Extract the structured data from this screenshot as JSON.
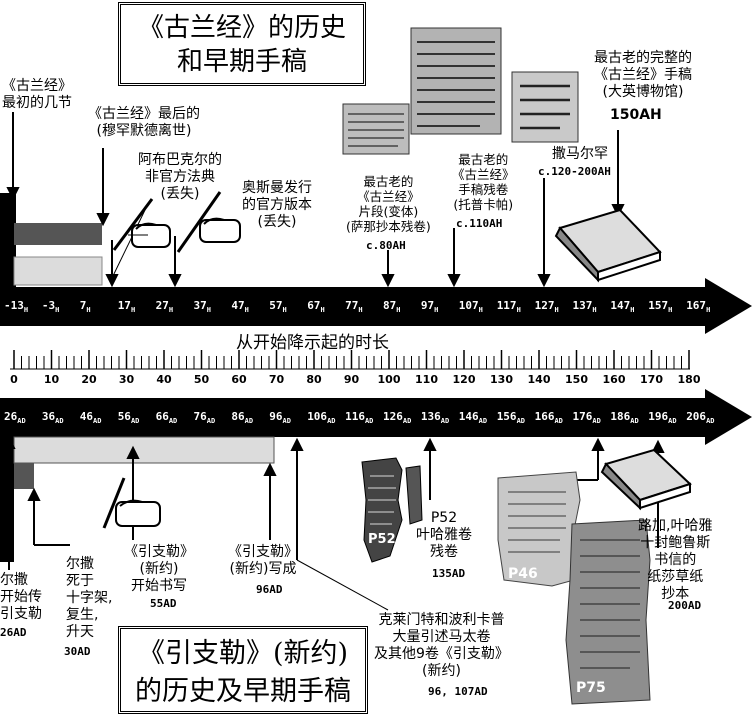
{
  "top_title": "《古兰经》的历史\n和早期手稿",
  "bottom_title": "《引支勒》(新约)\n的历史及早期手稿",
  "top_axis": {
    "ticks": [
      "-13H",
      "-3H",
      "7H",
      "17H",
      "27H",
      "37H",
      "47H",
      "57H",
      "67H",
      "77H",
      "87H",
      "97H",
      "107H",
      "117H",
      "127H",
      "137H",
      "147H",
      "157H",
      "167H"
    ]
  },
  "ruler": {
    "label": "从开始降示起的时长",
    "ticks": [
      "0",
      "10",
      "20",
      "30",
      "40",
      "50",
      "60",
      "70",
      "80",
      "90",
      "100",
      "110",
      "120",
      "130",
      "140",
      "150",
      "160",
      "170",
      "180"
    ]
  },
  "bottom_axis": {
    "ticks": [
      "26AD",
      "36AD",
      "46AD",
      "56AD",
      "66AD",
      "76AD",
      "86AD",
      "96AD",
      "106AD",
      "116AD",
      "126AD",
      "136AD",
      "146AD",
      "156AD",
      "166AD",
      "176AD",
      "186AD",
      "196AD",
      "206AD"
    ]
  },
  "quran_events": {
    "first_verses": "《古兰经》\n最初的几节",
    "last_verses": "《古兰经》最后的\n(穆罕默德离世)",
    "abubakr": "阿布巴克尔的\n非官方法典\n(丢失)",
    "uthman": "奥斯曼发行\n的官方版本\n(丢失)",
    "sanaa": "最古老的\n《古兰经》\n片段(变体)\n(萨那抄本残卷)",
    "sanaa_date": "c.80AH",
    "topkapi": "最古老的\n《古兰经》\n手稿残卷\n(托普卡帕)",
    "topkapi_date": "c.110AH",
    "samarkand": "撒马尔罕",
    "samarkand_date": "c.120-200AH",
    "british": "最古老的完整的\n《古兰经》手稿\n(大英博物馆)",
    "british_date": "150AH"
  },
  "nt_events": {
    "jesus_begin": "尔撒\n开始传\n引支勒",
    "jesus_begin_date": "26AD",
    "jesus_death": "尔撒\n死于\n十字架,\n复生,\n升天",
    "jesus_death_date": "30AD",
    "nt_begin": "《引支勒》\n(新约)\n开始书写",
    "nt_begin_date": "55AD",
    "nt_done": "《引支勒》\n(新约)写成",
    "nt_done_date": "96AD",
    "p52": "P52\n叶哈雅卷\n残卷",
    "p52_date": "135AD",
    "clement": "克莱门特和波利卡普\n大量引述马太卷\n及其他9卷《引支勒》\n(新约)",
    "clement_date": "96, 107AD",
    "luke": "路加,叶哈雅\n十封鲍鲁斯\n书信的\n纸莎草纸\n抄本",
    "luke_date": "200AD"
  },
  "manuscripts": {
    "p52_label": "P52",
    "p46_label": "P46",
    "p75_label": "P75"
  },
  "colors": {
    "arrow": "#000000",
    "dark_bar": "#555555",
    "light_bar": "#dcdcdc",
    "paper": "#c8c8c8"
  }
}
